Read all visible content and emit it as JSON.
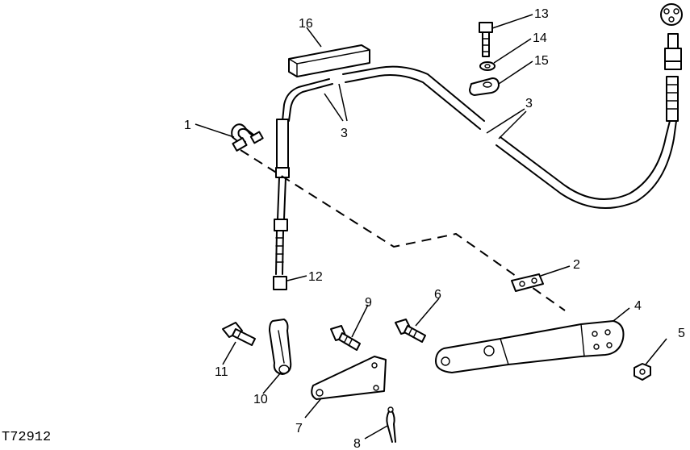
{
  "diagram": {
    "figure_id": "T72912",
    "callouts": [
      "1",
      "2",
      "3",
      "3",
      "4",
      "5",
      "6",
      "7",
      "8",
      "9",
      "10",
      "11",
      "12",
      "13",
      "14",
      "15",
      "16"
    ]
  }
}
